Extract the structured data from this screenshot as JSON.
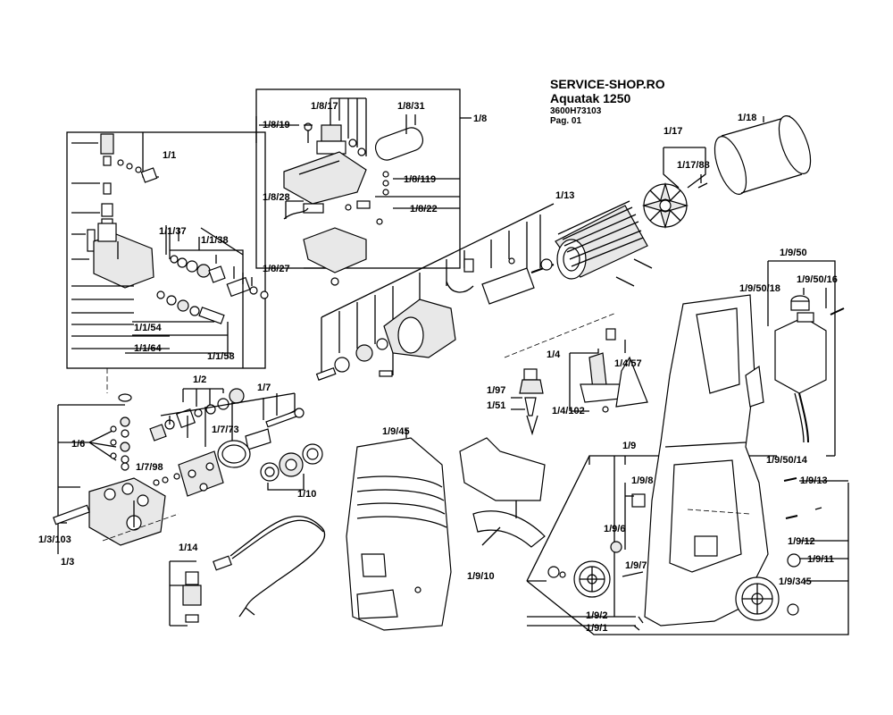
{
  "header": {
    "site": "SERVICE-SHOP.RO",
    "model": "Aquatak 1250",
    "code": "3600H73103",
    "page": "Pag. 01"
  },
  "labels": {
    "l_1_1": "1/1",
    "l_1_1_37": "1/1/37",
    "l_1_1_38": "1/1/38",
    "l_1_1_54": "1/1/54",
    "l_1_1_64": "1/1/64",
    "l_1_1_58": "1/1/58",
    "l_1_2": "1/2",
    "l_1_3": "1/3",
    "l_1_3_103": "1/3/103",
    "l_1_4": "1/4",
    "l_1_4_57": "1/4/57",
    "l_1_4_102": "1/4/102",
    "l_1_51": "1/51",
    "l_1_6": "1/6",
    "l_1_7": "1/7",
    "l_1_7_73": "1/7/73",
    "l_1_7_98": "1/7/98",
    "l_1_8": "1/8",
    "l_1_8_17": "1/8/17",
    "l_1_8_19": "1/8/19",
    "l_1_8_22": "1/8/22",
    "l_1_8_27": "1/8/27",
    "l_1_8_28": "1/8/28",
    "l_1_8_31": "1/8/31",
    "l_1_8_119": "1/8/119",
    "l_1_9": "1/9",
    "l_1_9_1": "1/9/1",
    "l_1_9_2": "1/9/2",
    "l_1_9_6": "1/9/6",
    "l_1_9_7": "1/9/7",
    "l_1_9_8": "1/9/8",
    "l_1_9_10": "1/9/10",
    "l_1_9_11": "1/9/11",
    "l_1_9_12": "1/9/12",
    "l_1_9_13": "1/9/13",
    "l_1_9_45": "1/9/45",
    "l_1_9_50": "1/9/50",
    "l_1_9_50_14": "1/9/50/14",
    "l_1_9_50_16": "1/9/50/16",
    "l_1_9_50_18": "1/9/50/18",
    "l_1_9_345": "1/9/345",
    "l_1_10": "1/10",
    "l_1_13": "1/13",
    "l_1_14": "1/14",
    "l_1_17": "1/17",
    "l_1_17_88": "1/17/88",
    "l_1_18": "1/18",
    "l_1_97": "1/97"
  }
}
